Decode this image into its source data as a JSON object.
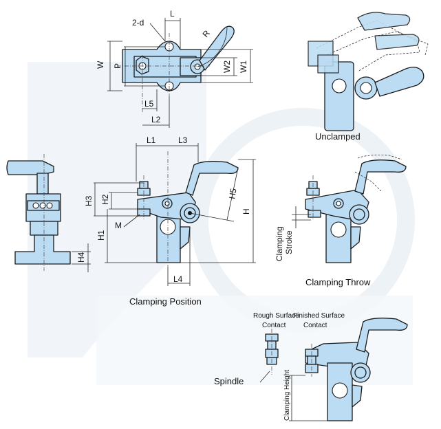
{
  "labels": {
    "two_d": "2-d",
    "L": "L",
    "R": "R",
    "W": "W",
    "P": "P",
    "W2": "W2",
    "W1": "W1",
    "L5": "L5",
    "L2": "L2",
    "L1": "L1",
    "L3": "L3",
    "H3": "H3",
    "H2": "H2",
    "M": "M",
    "H1": "H1",
    "H5": "H5",
    "H": "H",
    "H4": "H4",
    "L4": "L4"
  },
  "captions": {
    "unclamped": "Unclamped",
    "clamping_position": "Clamping Position",
    "clamping_throw": "Clamping Throw",
    "clamping_stroke": "Clamping Stroke",
    "clamping_stroke_line1": "Clamping",
    "clamping_stroke_line2": "Stroke",
    "rough_surface_line1": "Rough Surface",
    "rough_surface_line2": "Contact",
    "finished_surface_line1": "Finished Surface",
    "finished_surface_line2": "Contact",
    "spindle": "Spindle",
    "clamping_height": "Clamping Height"
  },
  "colors": {
    "part_fill": "#bcdcf3",
    "outline": "#1a1a1a",
    "background_watermark": "#eef3f8"
  }
}
